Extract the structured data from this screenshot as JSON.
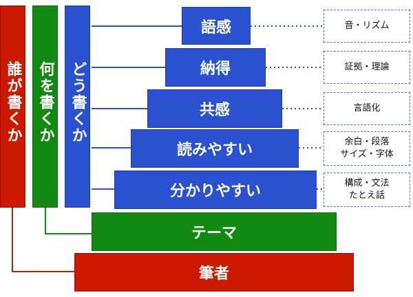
{
  "columns": {
    "who": "誰が書くか",
    "what": "何を書くか",
    "how": "どう書くか"
  },
  "pyramid": [
    {
      "text": "語感",
      "note": [
        "音・リズム"
      ]
    },
    {
      "text": "納得",
      "note": [
        "証拠・理論"
      ]
    },
    {
      "text": "共感",
      "note": [
        "言語化"
      ]
    },
    {
      "text": "読みやすい",
      "note": [
        "余白・段落",
        "サイズ・字体"
      ]
    },
    {
      "text": "分かりやすい",
      "note": [
        "構成・文法",
        "たとえ話"
      ]
    }
  ],
  "theme": "テーマ",
  "author": "筆者",
  "colors": {
    "blue": "#2951d0",
    "green": "#128a12",
    "red": "#cc1a00"
  }
}
